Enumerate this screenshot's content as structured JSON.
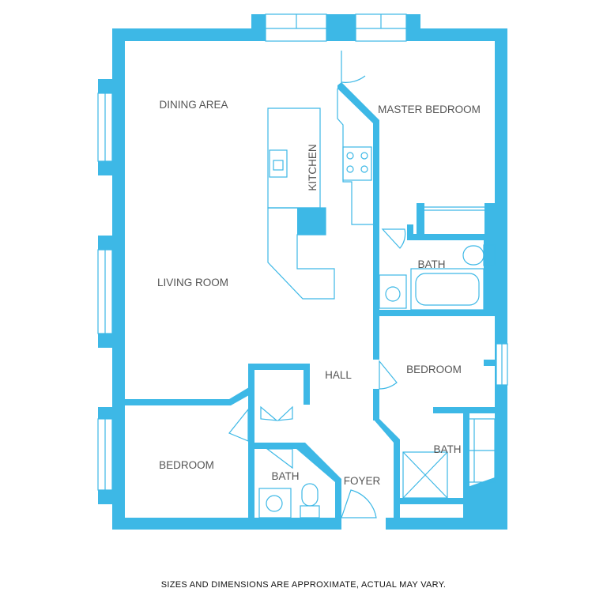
{
  "rooms": {
    "dining_area": "DINING AREA",
    "kitchen": "KITCHEN",
    "master_bedroom": "MASTER BEDROOM",
    "living_room": "LIVING ROOM",
    "bath_master": "BATH",
    "hall": "HALL",
    "bedroom_right": "BEDROOM",
    "bath_right": "BATH",
    "bedroom_left": "BEDROOM",
    "bath_left": "BATH",
    "foyer": "FOYER"
  },
  "disclaimer": "SIZES AND DIMENSIONS ARE APPROXIMATE, ACTUAL MAY VARY.",
  "colors": {
    "wall": "#3db8e6",
    "label": "#555555",
    "background": "#ffffff"
  }
}
